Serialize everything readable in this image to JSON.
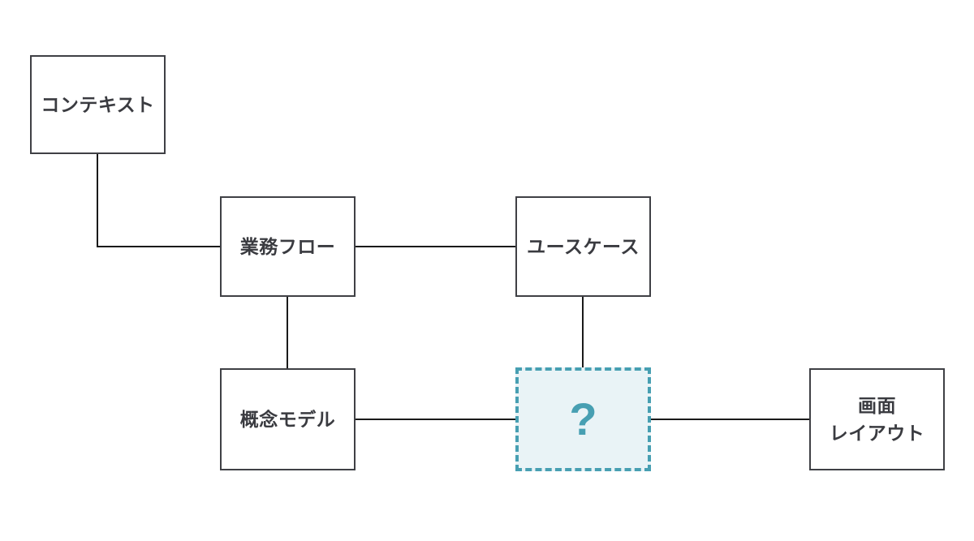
{
  "diagram": {
    "title": "deliverables-relationship-diagram",
    "nodes": {
      "context": {
        "label": "コンテキスト"
      },
      "business_flow": {
        "label": "業務フロー"
      },
      "use_case": {
        "label": "ユースケース"
      },
      "concept_model": {
        "label": "概念モデル"
      },
      "unknown": {
        "label": "?"
      },
      "screen_layout": {
        "label": "画面\nレイアウト"
      }
    },
    "edges": [
      {
        "from": "context",
        "to": "business_flow",
        "shape": "elbow"
      },
      {
        "from": "business_flow",
        "to": "use_case",
        "shape": "straight"
      },
      {
        "from": "business_flow",
        "to": "concept_model",
        "shape": "straight"
      },
      {
        "from": "use_case",
        "to": "unknown",
        "shape": "straight"
      },
      {
        "from": "concept_model",
        "to": "unknown",
        "shape": "straight"
      },
      {
        "from": "unknown",
        "to": "screen_layout",
        "shape": "straight"
      }
    ],
    "colors": {
      "background": "#ffffff",
      "node_border": "#3f4045",
      "node_text": "#3a3b40",
      "connector": "#1a1a1a",
      "unknown_border": "#479fb2",
      "unknown_fill": "#e9f3f6",
      "unknown_text": "#479fb2"
    }
  }
}
